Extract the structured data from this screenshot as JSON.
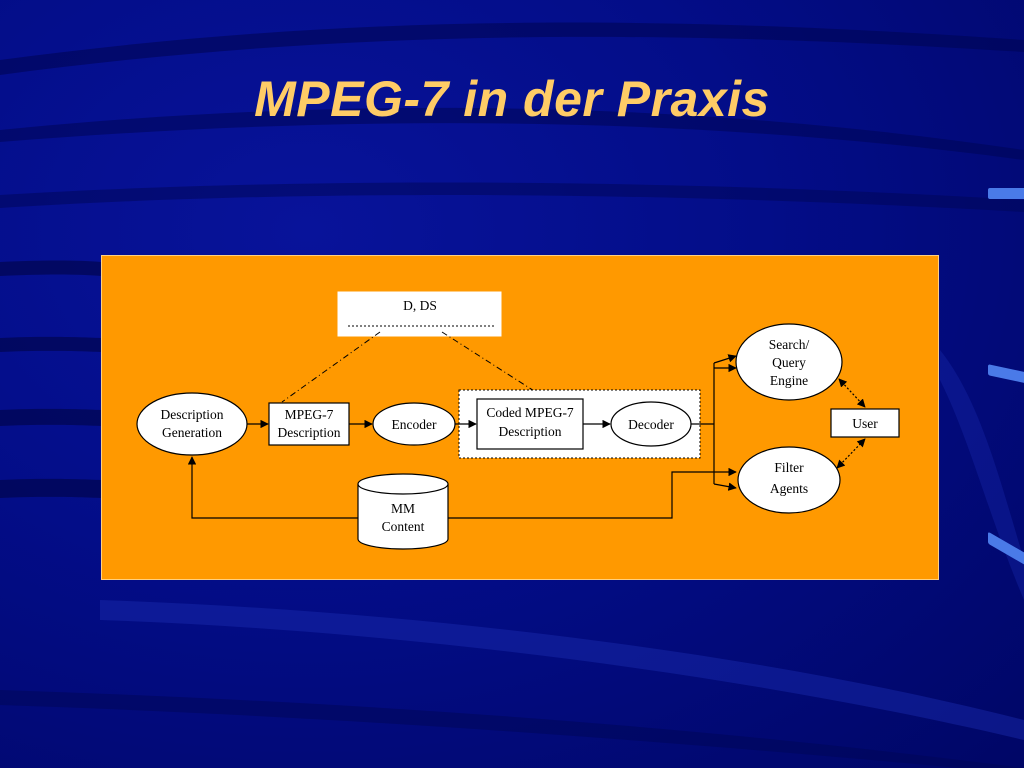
{
  "slide": {
    "title": "MPEG-7 in der Praxis"
  },
  "diagram": {
    "ds_box": "D, DS",
    "description_generation": [
      "Description",
      "Generation"
    ],
    "mpeg7_description": [
      "MPEG-7",
      "Description"
    ],
    "encoder": "Encoder",
    "coded_description": [
      "Coded MPEG-7",
      "Description"
    ],
    "decoder": "Decoder",
    "search_engine": [
      "Search/",
      "Query",
      "Engine"
    ],
    "filter_agents": [
      "Filter",
      "Agents"
    ],
    "user": "User",
    "mm_content": [
      "MM",
      "Content"
    ]
  },
  "colors": {
    "background": "#030d88",
    "title": "#ffcc66",
    "panel": "#ff9900",
    "accent": "#4a7ae8"
  }
}
